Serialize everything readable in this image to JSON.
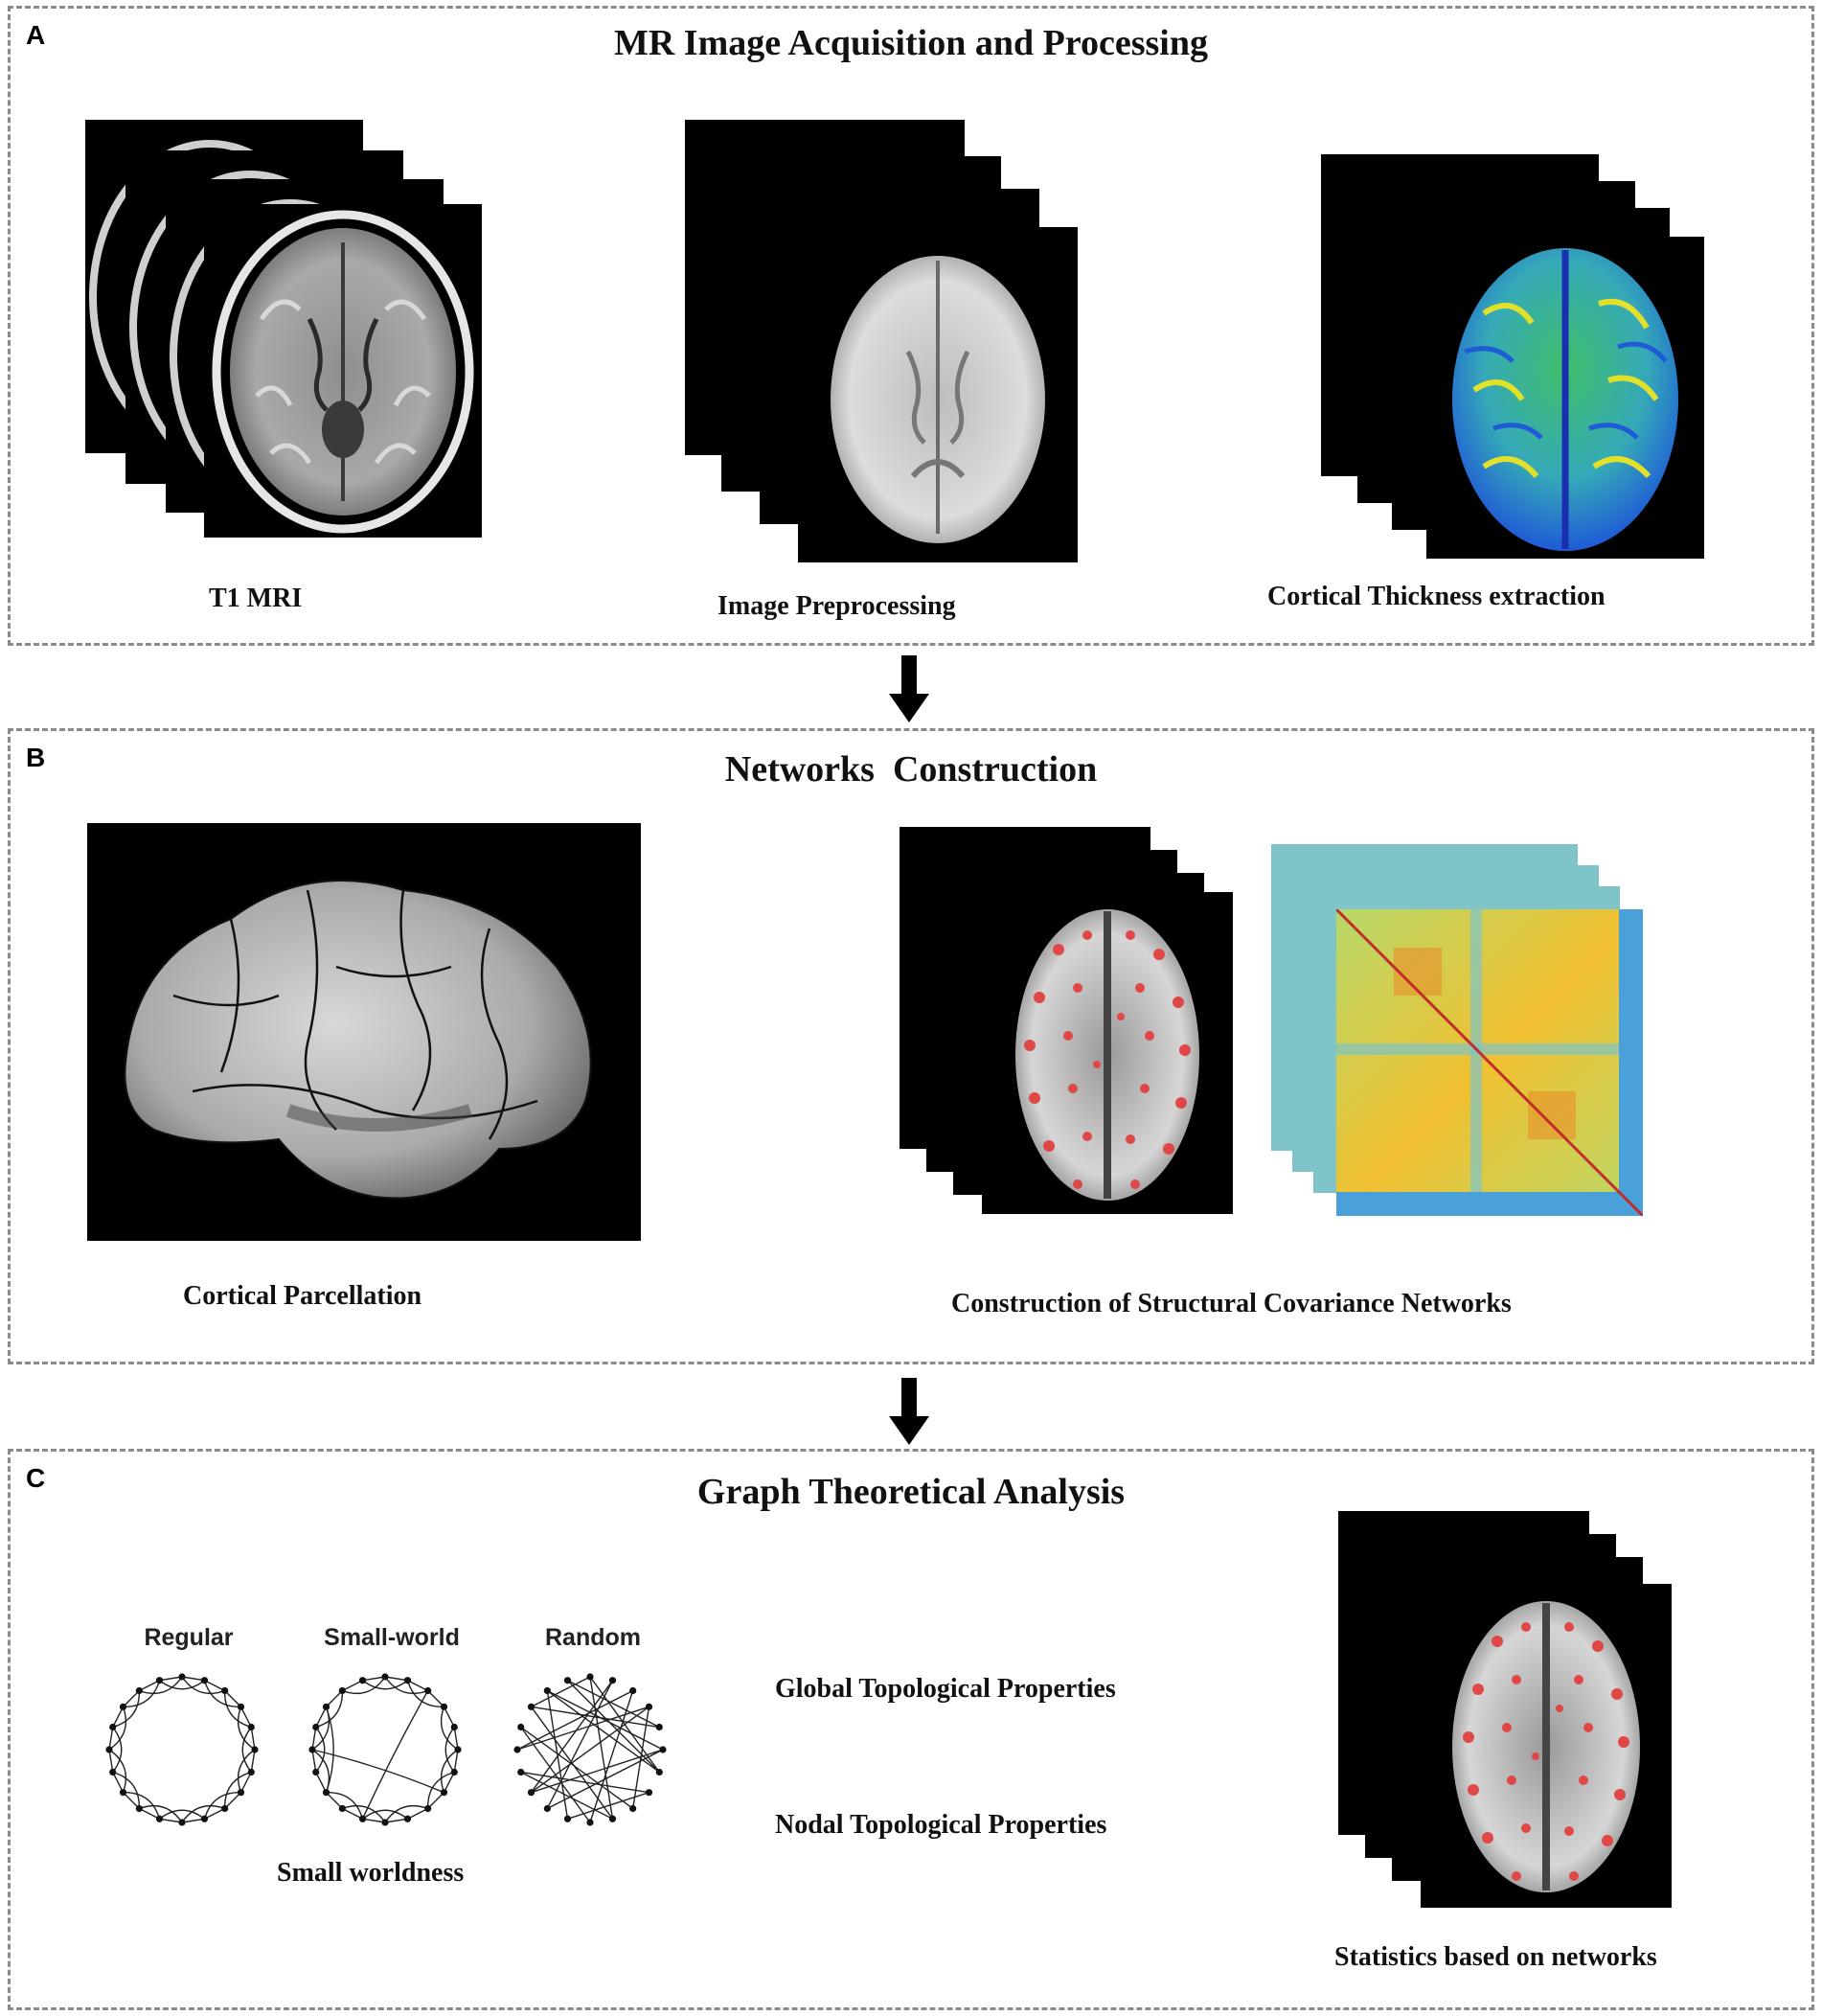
{
  "panels": {
    "a": {
      "letter": "A",
      "title": "MR Image Acquisition and Processing",
      "captions": {
        "t1": "T1 MRI",
        "preprocessing": "Image Preprocessing",
        "thickness": "Cortical Thickness extraction"
      }
    },
    "b": {
      "letter": "B",
      "title": "Networks  Construction",
      "captions": {
        "parcellation": "Cortical Parcellation",
        "covariance": "Construction of Structural Covariance Networks"
      }
    },
    "c": {
      "letter": "C",
      "title": "Graph Theoretical Analysis",
      "graph_labels": {
        "regular": "Regular",
        "small_world": "Small-world",
        "random": "Random"
      },
      "captions": {
        "small_worldness": "Small worldness",
        "global": "Global Topological Properties",
        "nodal": "Nodal Topological Properties",
        "statistics": "Statistics based on networks"
      }
    }
  },
  "colors": {
    "border": "#8a8a8a",
    "node_red": "#e04848",
    "thickness_green": "#3fbf6a",
    "thickness_blue": "#1f5bd6",
    "thickness_yellow": "#e3e02a",
    "matrix_yellow": "#f0c030",
    "matrix_blue": "#4aa0d8",
    "diagonal_red": "#c0302a"
  },
  "icons": [
    "down-arrow-icon"
  ]
}
